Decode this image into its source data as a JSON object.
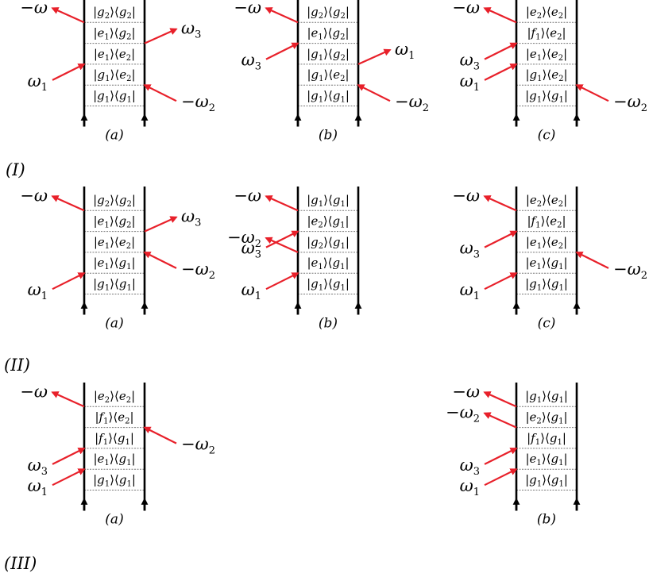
{
  "colors": {
    "arrow": "#e8202a",
    "line": "#000000",
    "divider": "#777777"
  },
  "groups": [
    {
      "label": "(I)",
      "diagrams": [
        {
          "sub": "(a)",
          "cells": [
            [
              "g",
              "2",
              "g",
              "2"
            ],
            [
              "e",
              "1",
              "g",
              "2"
            ],
            [
              "e",
              "1",
              "e",
              "2"
            ],
            [
              "g",
              "1",
              "e",
              "2"
            ],
            [
              "g",
              "1",
              "g",
              "1"
            ]
          ],
          "arrows": [
            {
              "side": "L",
              "row": 1,
              "dir": "out",
              "base": "ω",
              "index": "",
              "minus": true
            },
            {
              "side": "R",
              "row": 2,
              "dir": "out",
              "base": "ω",
              "index": "3",
              "minus": false
            },
            {
              "side": "L",
              "row": 3,
              "dir": "in",
              "base": "ω",
              "index": "1",
              "minus": false
            },
            {
              "side": "R",
              "row": 4,
              "dir": "in",
              "base": "ω",
              "index": "2",
              "minus": true
            }
          ]
        },
        {
          "sub": "(b)",
          "cells": [
            [
              "g",
              "2",
              "g",
              "2"
            ],
            [
              "e",
              "1",
              "g",
              "2"
            ],
            [
              "g",
              "1",
              "g",
              "2"
            ],
            [
              "g",
              "1",
              "e",
              "2"
            ],
            [
              "g",
              "1",
              "g",
              "1"
            ]
          ],
          "arrows": [
            {
              "side": "L",
              "row": 1,
              "dir": "out",
              "base": "ω",
              "index": "",
              "minus": true
            },
            {
              "side": "L",
              "row": 2,
              "dir": "in",
              "base": "ω",
              "index": "3",
              "minus": false
            },
            {
              "side": "R",
              "row": 3,
              "dir": "out",
              "base": "ω",
              "index": "1",
              "minus": false
            },
            {
              "side": "R",
              "row": 4,
              "dir": "in",
              "base": "ω",
              "index": "2",
              "minus": true
            }
          ]
        },
        {
          "sub": "(c)",
          "cells": [
            [
              "e",
              "2",
              "e",
              "2"
            ],
            [
              "f",
              "1",
              "e",
              "2"
            ],
            [
              "e",
              "1",
              "e",
              "2"
            ],
            [
              "g",
              "1",
              "e",
              "2"
            ],
            [
              "g",
              "1",
              "g",
              "1"
            ]
          ],
          "arrows": [
            {
              "side": "L",
              "row": 1,
              "dir": "out",
              "base": "ω",
              "index": "",
              "minus": true
            },
            {
              "side": "L",
              "row": 2,
              "dir": "in",
              "base": "ω",
              "index": "3",
              "minus": false
            },
            {
              "side": "L",
              "row": 3,
              "dir": "in",
              "base": "ω",
              "index": "1",
              "minus": false
            },
            {
              "side": "R",
              "row": 4,
              "dir": "in",
              "base": "ω",
              "index": "2",
              "minus": true
            }
          ]
        }
      ]
    },
    {
      "label": "(II)",
      "diagrams": [
        {
          "sub": "(a)",
          "cells": [
            [
              "g",
              "2",
              "g",
              "2"
            ],
            [
              "e",
              "1",
              "g",
              "2"
            ],
            [
              "e",
              "1",
              "e",
              "2"
            ],
            [
              "e",
              "1",
              "g",
              "1"
            ],
            [
              "g",
              "1",
              "g",
              "1"
            ]
          ],
          "arrows": [
            {
              "side": "L",
              "row": 1,
              "dir": "out",
              "base": "ω",
              "index": "",
              "minus": true
            },
            {
              "side": "R",
              "row": 2,
              "dir": "out",
              "base": "ω",
              "index": "3",
              "minus": false
            },
            {
              "side": "R",
              "row": 3,
              "dir": "in",
              "base": "ω",
              "index": "2",
              "minus": true
            },
            {
              "side": "L",
              "row": 4,
              "dir": "in",
              "base": "ω",
              "index": "1",
              "minus": false
            }
          ]
        },
        {
          "sub": "(b)",
          "cells": [
            [
              "g",
              "1",
              "g",
              "1"
            ],
            [
              "e",
              "2",
              "g",
              "1"
            ],
            [
              "g",
              "2",
              "g",
              "1"
            ],
            [
              "e",
              "1",
              "g",
              "1"
            ],
            [
              "g",
              "1",
              "g",
              "1"
            ]
          ],
          "arrows": [
            {
              "side": "L",
              "row": 1,
              "dir": "out",
              "base": "ω",
              "index": "",
              "minus": true
            },
            {
              "side": "L",
              "row": 2,
              "dir": "in",
              "base": "ω",
              "index": "3",
              "minus": false
            },
            {
              "side": "L",
              "row": 3,
              "dir": "out",
              "base": "ω",
              "index": "2",
              "minus": true
            },
            {
              "side": "L",
              "row": 4,
              "dir": "in",
              "base": "ω",
              "index": "1",
              "minus": false
            }
          ]
        },
        {
          "sub": "(c)",
          "cells": [
            [
              "e",
              "2",
              "e",
              "2"
            ],
            [
              "f",
              "1",
              "e",
              "2"
            ],
            [
              "e",
              "1",
              "e",
              "2"
            ],
            [
              "e",
              "1",
              "g",
              "1"
            ],
            [
              "g",
              "1",
              "g",
              "1"
            ]
          ],
          "arrows": [
            {
              "side": "L",
              "row": 1,
              "dir": "out",
              "base": "ω",
              "index": "",
              "minus": true
            },
            {
              "side": "L",
              "row": 2,
              "dir": "in",
              "base": "ω",
              "index": "3",
              "minus": false
            },
            {
              "side": "R",
              "row": 3,
              "dir": "in",
              "base": "ω",
              "index": "2",
              "minus": true
            },
            {
              "side": "L",
              "row": 4,
              "dir": "in",
              "base": "ω",
              "index": "1",
              "minus": false
            }
          ]
        }
      ]
    },
    {
      "label": "(III)",
      "diagrams": [
        {
          "sub": "(a)",
          "cells": [
            [
              "e",
              "2",
              "e",
              "2"
            ],
            [
              "f",
              "1",
              "e",
              "2"
            ],
            [
              "f",
              "1",
              "g",
              "1"
            ],
            [
              "e",
              "1",
              "g",
              "1"
            ],
            [
              "g",
              "1",
              "g",
              "1"
            ]
          ],
          "arrows": [
            {
              "side": "L",
              "row": 1,
              "dir": "out",
              "base": "ω",
              "index": "",
              "minus": true
            },
            {
              "side": "R",
              "row": 2,
              "dir": "in",
              "base": "ω",
              "index": "2",
              "minus": true
            },
            {
              "side": "L",
              "row": 3,
              "dir": "in",
              "base": "ω",
              "index": "3",
              "minus": false
            },
            {
              "side": "L",
              "row": 4,
              "dir": "in",
              "base": "ω",
              "index": "1",
              "minus": false
            }
          ]
        },
        {
          "sub": "(b)",
          "cells": [
            [
              "g",
              "1",
              "g",
              "1"
            ],
            [
              "e",
              "2",
              "g",
              "1"
            ],
            [
              "f",
              "1",
              "g",
              "1"
            ],
            [
              "e",
              "1",
              "g",
              "1"
            ],
            [
              "g",
              "1",
              "g",
              "1"
            ]
          ],
          "arrows": [
            {
              "side": "L",
              "row": 1,
              "dir": "out",
              "base": "ω",
              "index": "",
              "minus": true
            },
            {
              "side": "L",
              "row": 2,
              "dir": "out",
              "base": "ω",
              "index": "2",
              "minus": true
            },
            {
              "side": "L",
              "row": 3,
              "dir": "in",
              "base": "ω",
              "index": "3",
              "minus": false
            },
            {
              "side": "L",
              "row": 4,
              "dir": "in",
              "base": "ω",
              "index": "1",
              "minus": false
            }
          ]
        }
      ]
    }
  ]
}
